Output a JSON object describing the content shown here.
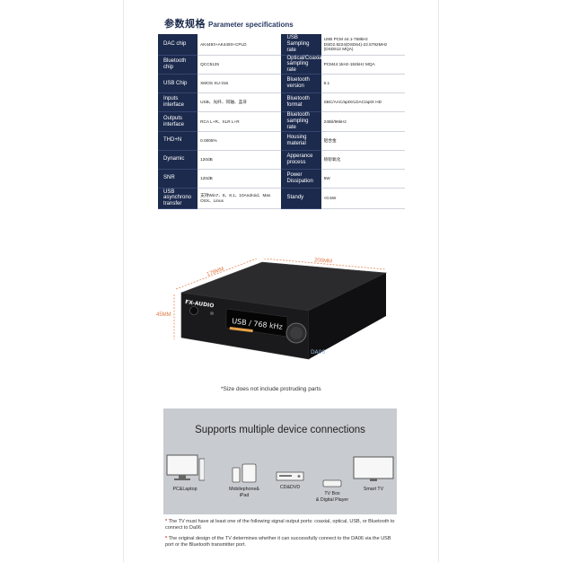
{
  "title": {
    "cn": "参数规格",
    "en": "Parameter specifications"
  },
  "specs": [
    [
      {
        "label": "DAC chip",
        "value": "AK4493+AK4493+CPLD"
      },
      {
        "label": "USB Sampling rate",
        "value": "USB PCM 44.1-768kHz DSD2.8224(DSD64)-22.5792MHz (DSD512 MQA)"
      }
    ],
    [
      {
        "label": "Bluetooth chip",
        "value": "QCC5125"
      },
      {
        "label": "Optical/Coaxial sampling rate",
        "value": "PCM44.1kHz-192kHz MQA"
      }
    ],
    [
      {
        "label": "USB Chip",
        "value": "XMOS XU-316"
      },
      {
        "label": "Bluetooth version",
        "value": "5.1"
      }
    ],
    [
      {
        "label": "Inputs interface",
        "value": "USB、光纤、同轴、蓝牙"
      },
      {
        "label": "Bluetooth format",
        "value": "SBC/AAC/aptX/LDAC/aptX HD"
      }
    ],
    [
      {
        "label": "Outputs interface",
        "value": "RCA L+R、XLR L+R"
      },
      {
        "label": "Bluetooth sampling rate",
        "value": "24Bit/96kHz"
      }
    ],
    [
      {
        "label": "THD+N",
        "value": "0.0005%"
      },
      {
        "label": "Housing material",
        "value": "铝合金"
      }
    ],
    [
      {
        "label": "Dynamic",
        "value": "120dB"
      },
      {
        "label": "Apperance process",
        "value": "喷砂氧化"
      }
    ],
    [
      {
        "label": "SNR",
        "value": "120dB"
      },
      {
        "label": "Power Dissipation",
        "value": "5W"
      }
    ],
    [
      {
        "label": "USB asynchrono transfer",
        "value": "支持Win7、8、8.1、10Android、Mas OSX、Linux"
      },
      {
        "label": "Standy",
        "value": "<0.5W"
      }
    ]
  ],
  "product": {
    "dim_depth": "178MM",
    "dim_width": "200MM",
    "dim_height": "45MM",
    "brand": "FX-AUDIO",
    "display_text": "USB / 768 kHz",
    "badge": "DA06"
  },
  "size_note": "*Size does not include protruding parts",
  "connections": {
    "title": "Supports multiple device connections",
    "devices": [
      {
        "icon": "monitor-pc-icon",
        "label": "PC&Laptop"
      },
      {
        "icon": "mobile-ipad-icon",
        "label": "Mobilephone& iPad"
      },
      {
        "icon": "cd-player-icon",
        "label": "CD&DVD"
      },
      {
        "icon": "tv-box-icon",
        "label": "TV Box\n& Digital Player"
      },
      {
        "icon": "smart-tv-icon",
        "label": "Smart TV"
      }
    ]
  },
  "footnotes": [
    "The TV must have at least one of the following signal output ports: coaxial, optical, USB, or Bluetooth to connect to Da06",
    "The original design of the TV determines whether it can successfully connect to the DA06 via the USB port or the Bluetooth transmitter port."
  ],
  "colors": {
    "navy": "#1c2a4d",
    "panel": "#c8cbd0",
    "dimension": "#e07a44",
    "footnote_star": "#d23a2a"
  }
}
